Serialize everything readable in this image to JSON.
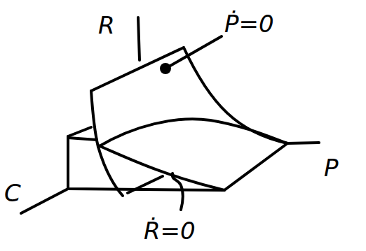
{
  "diagram": {
    "labels": [
      "R",
      "Ṗ=0",
      "P",
      "C",
      "Ṙ=0"
    ]
  }
}
